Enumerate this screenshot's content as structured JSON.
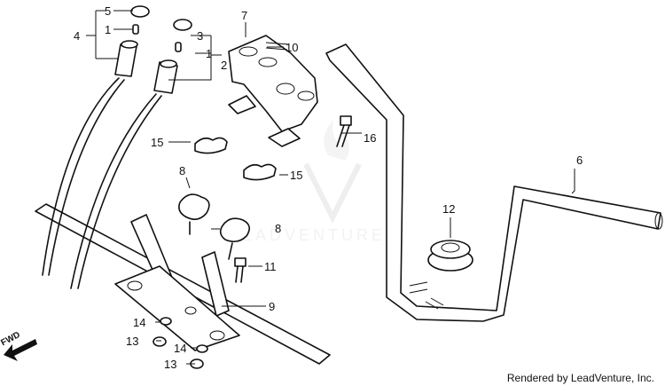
{
  "credit": "Rendered by LeadVenture, Inc.",
  "watermark": "LEADVENTURE",
  "fwd": "FWD",
  "callouts": {
    "c1a": "1",
    "c1b": "1",
    "c2": "2",
    "c3": "3",
    "c4": "4",
    "c5": "5",
    "c6": "6",
    "c7": "7",
    "c8a": "8",
    "c8b": "8",
    "c9": "9",
    "c10": "10",
    "c11": "11",
    "c12": "12",
    "c13a": "13",
    "c13b": "13",
    "c14a": "14",
    "c14b": "14",
    "c15a": "15",
    "c15b": "15",
    "c16": "16"
  }
}
